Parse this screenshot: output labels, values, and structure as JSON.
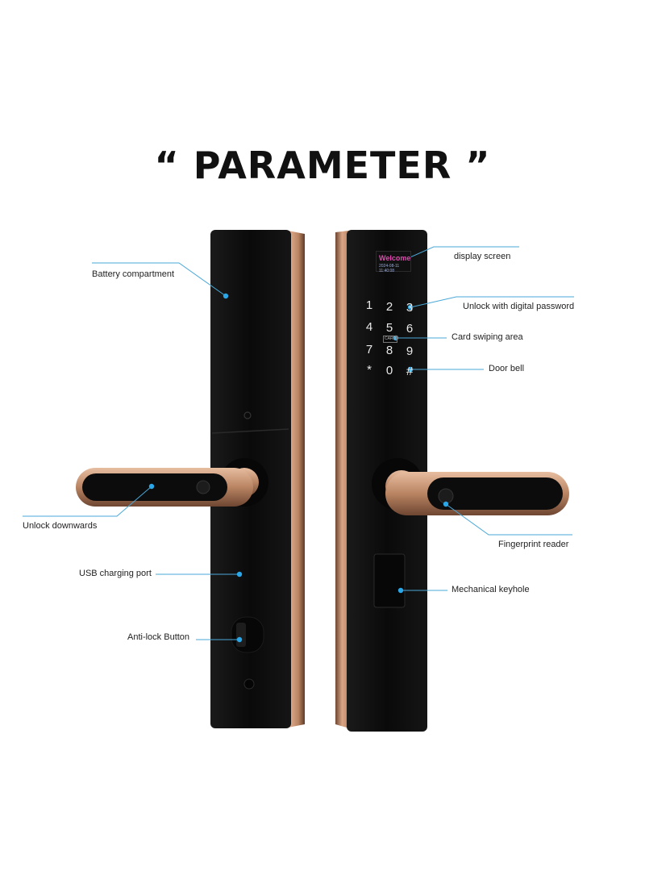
{
  "title": {
    "open_quote": "“",
    "text": "PARAMETER",
    "close_quote": "”"
  },
  "labels": {
    "battery_compartment": "Battery compartment",
    "unlock_downwards": "Unlock downwards",
    "usb_charging_port": "USB charging port",
    "anti_lock_button": "Anti-lock Button",
    "display_screen": "display screen",
    "unlock_digital_password": "Unlock with digital password",
    "card_swiping_area": "Card swiping area",
    "door_bell": "Door bell",
    "fingerprint_reader": "Fingerprint reader",
    "mechanical_keyhole": "Mechanical keyhole"
  },
  "keypad": {
    "keys": [
      "1",
      "2",
      "3",
      "4",
      "5",
      "6",
      "7",
      "8",
      "9",
      "*",
      "0",
      "#"
    ],
    "card_mark": "CARD"
  },
  "screen": {
    "welcome": "Welcome",
    "datetime": "2024-08-11 11:40:08"
  },
  "colors": {
    "lock_body": "#0c0c0c",
    "bronze": "#b98462",
    "bronze_dark": "#6e4632",
    "accent_dot": "#2aa7e8",
    "leader_line": "#4aa8d8"
  }
}
